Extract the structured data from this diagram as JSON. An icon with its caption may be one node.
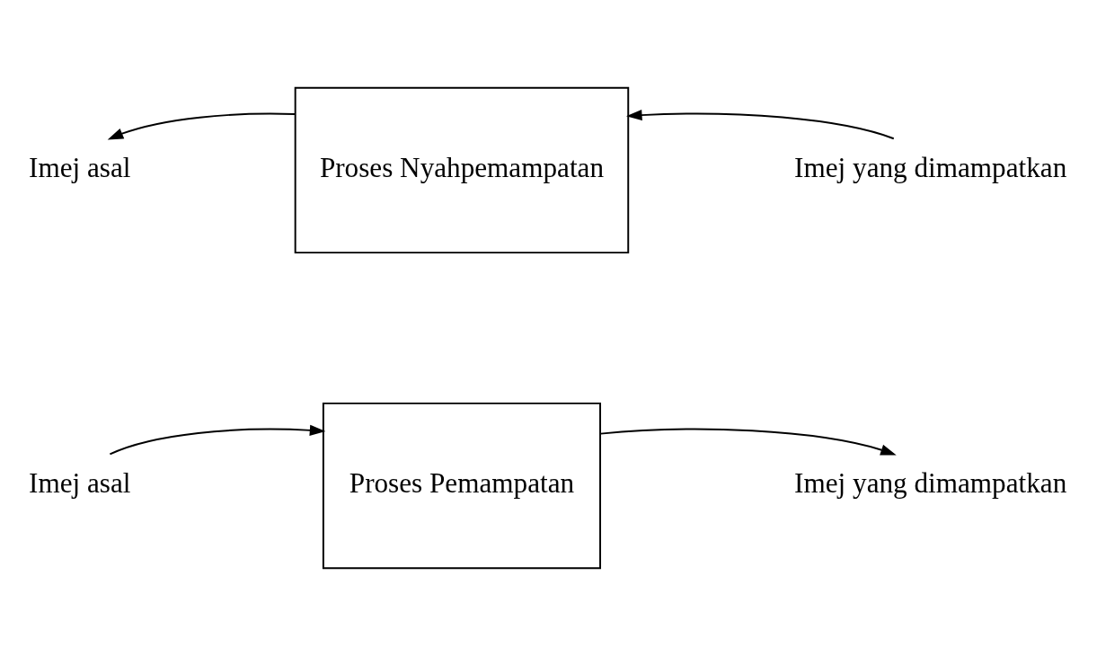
{
  "diagram": {
    "nodes": [
      {
        "text": [
          "Imej asal"
        ]
      },
      {
        "text": [
          "Proses Pemampatan"
        ]
      },
      {
        "text": [
          "Imej yang dimampatkan"
        ]
      },
      {
        "text": [
          "Imej asal"
        ]
      },
      {
        "text": [
          "Proses Nyahpemampatan"
        ]
      },
      {
        "text": [
          "Imej yang dimampatkan"
        ]
      }
    ],
    "edges": [
      {
        "from": 0,
        "to": 1,
        "arrow": "to"
      },
      {
        "from": 1,
        "to": 2,
        "arrow": "to"
      },
      {
        "from": 5,
        "to": 4,
        "arrow": "to"
      },
      {
        "from": 4,
        "to": 3,
        "arrow": "to"
      }
    ]
  }
}
